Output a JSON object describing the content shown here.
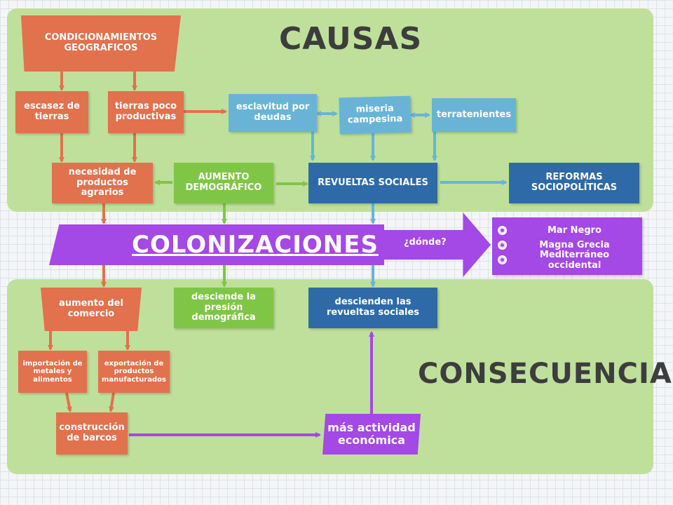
{
  "titles": {
    "causas": "CAUSAS",
    "consecuencias": "CONSECUENCIAS"
  },
  "causes": {
    "condicionamientos": "CONDICIONAMIENTOS GEOGRAFICOS",
    "escasez": "escasez de tierras",
    "tierras_poco": "tierras poco productivas",
    "esclavitud": "esclavitud por deudas",
    "miseria": "miseria campesina",
    "terratenientes": "terratenientes",
    "necesidad": "necesidad de productos agrarios",
    "aumento_demografico": "AUMENTO DEMOGRÁFICO",
    "revueltas": "REVUELTAS SOCIALES",
    "reformas": "REFORMAS SOCIOPOLÍTICAS"
  },
  "center": {
    "colonizaciones": "COLONIZACIONES",
    "donde": "¿dónde?",
    "places": [
      "Mar Negro",
      "Magna Grecia",
      "Mediterráneo occidental"
    ]
  },
  "consequences": {
    "aumento_comercio": "aumento del comercio",
    "desciende_presion": "desciende la presión demográfica",
    "descienden_revueltas": "descienden las revueltas sociales",
    "importacion": "importación de metales y alimentos",
    "exportacion": "exportación de productos manufacturados",
    "construccion": "construcción de barcos",
    "mas_actividad": "más actividad económica"
  },
  "colors": {
    "panel": "#bfe09a",
    "orange": "#e2714d",
    "light_blue": "#69b4d6",
    "dark_blue": "#2e6aa8",
    "green": "#7fc646",
    "purple": "#a448e6"
  }
}
